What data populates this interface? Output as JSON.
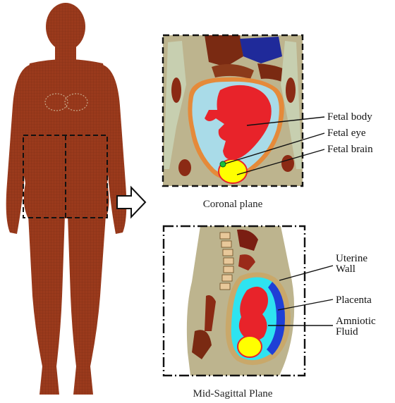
{
  "coronal": {
    "caption": "Coronal plane",
    "labels": {
      "fetal_body": "Fetal body",
      "fetal_eye": "Fetal eye",
      "fetal_brain": "Fetal brain"
    }
  },
  "sagittal": {
    "caption": "Mid-Sagittal Plane",
    "labels": {
      "uterine_line1": "Uterine",
      "uterine_line2": "Wall",
      "placenta": "Placenta",
      "amniotic_line1": "Amniotic",
      "amniotic_line2": "Fluid"
    }
  },
  "colors": {
    "body_model": "#9a3a1c",
    "body_model_dark": "#7a2a12",
    "tissue_tan": "#bdb48e",
    "fetal_body": "#e8232a",
    "amniotic_light": "#a9dbe8",
    "amniotic_cyan": "#2ee3f0",
    "placenta_blue": "#1f3fd6",
    "fetal_brain": "#ffff00",
    "fetal_eye": "#1bbf3a",
    "uterine_orange": "#e58a3a"
  }
}
